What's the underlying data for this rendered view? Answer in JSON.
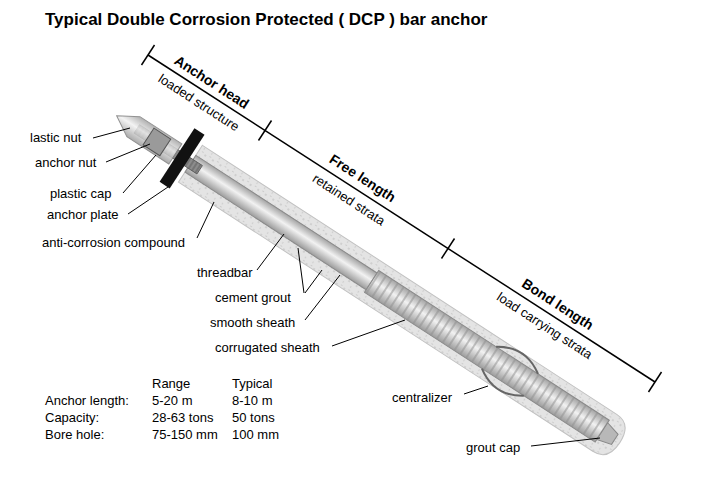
{
  "diagram": {
    "title": "Typical Double Corrosion Protected ( DCP ) bar anchor",
    "labels": [
      "Anchor head",
      "loaded structure",
      "Free length",
      "retained strata",
      "Bond length",
      "load carrying strata",
      "lastic nut",
      "anchor nut",
      "plastic cap",
      "anchor plate",
      "anti-corrosion compound",
      "threadbar",
      "cement grout",
      "smooth sheath",
      "corrugated sheath",
      "centralizer",
      "grout cap",
      "Range",
      "Typical",
      "Anchor length:",
      "5-20 m",
      "8-10 m",
      "Capacity:",
      "28-63 tons",
      "50 tons",
      "Bore hole:",
      "75-150 mm",
      "100 mm"
    ]
  }
}
